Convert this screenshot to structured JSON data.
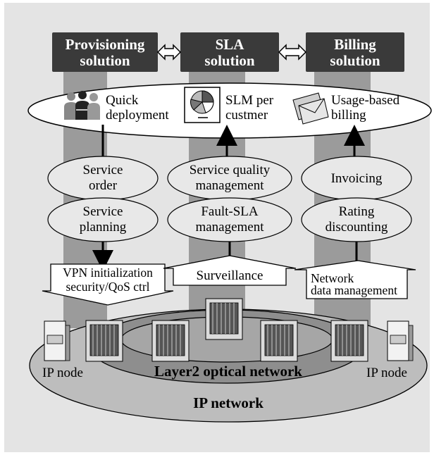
{
  "headers": {
    "provisioning": [
      "Provisioning",
      "solution"
    ],
    "sla": [
      "SLA",
      "solution"
    ],
    "billing": [
      "Billing",
      "solution"
    ]
  },
  "ellipse_band": {
    "quick": [
      "Quick",
      "deployment"
    ],
    "slm": [
      "SLM per",
      "custmer"
    ],
    "usage": [
      "Usage-based",
      "billing"
    ]
  },
  "process_ovals": {
    "service_order": [
      "Service",
      "order"
    ],
    "service_planning": [
      "Service",
      "planning"
    ],
    "service_quality": [
      "Service quality",
      "management"
    ],
    "fault_sla": [
      "Fault-SLA",
      "management"
    ],
    "invoicing": [
      "Invoicing"
    ],
    "rating": [
      "Rating",
      "discounting"
    ]
  },
  "arrow_boxes": {
    "vpn": [
      "VPN initialization",
      "security/QoS ctrl"
    ],
    "surveillance": "Surveillance",
    "network_data": [
      "Network",
      "data management"
    ]
  },
  "network": {
    "ip_node_left": "IP node",
    "ip_node_right": "IP node",
    "layer2": "Layer2 optical network",
    "ip_network": "IP network"
  },
  "colors": {
    "panel_bg": "#e4e4e4",
    "column": "#9b9b9b",
    "header_box": "#3a3a3a",
    "oval_fill": "#e8e8e8",
    "ring_outer": "#bdbdbd",
    "ring_inner": "#8e8e8e"
  }
}
